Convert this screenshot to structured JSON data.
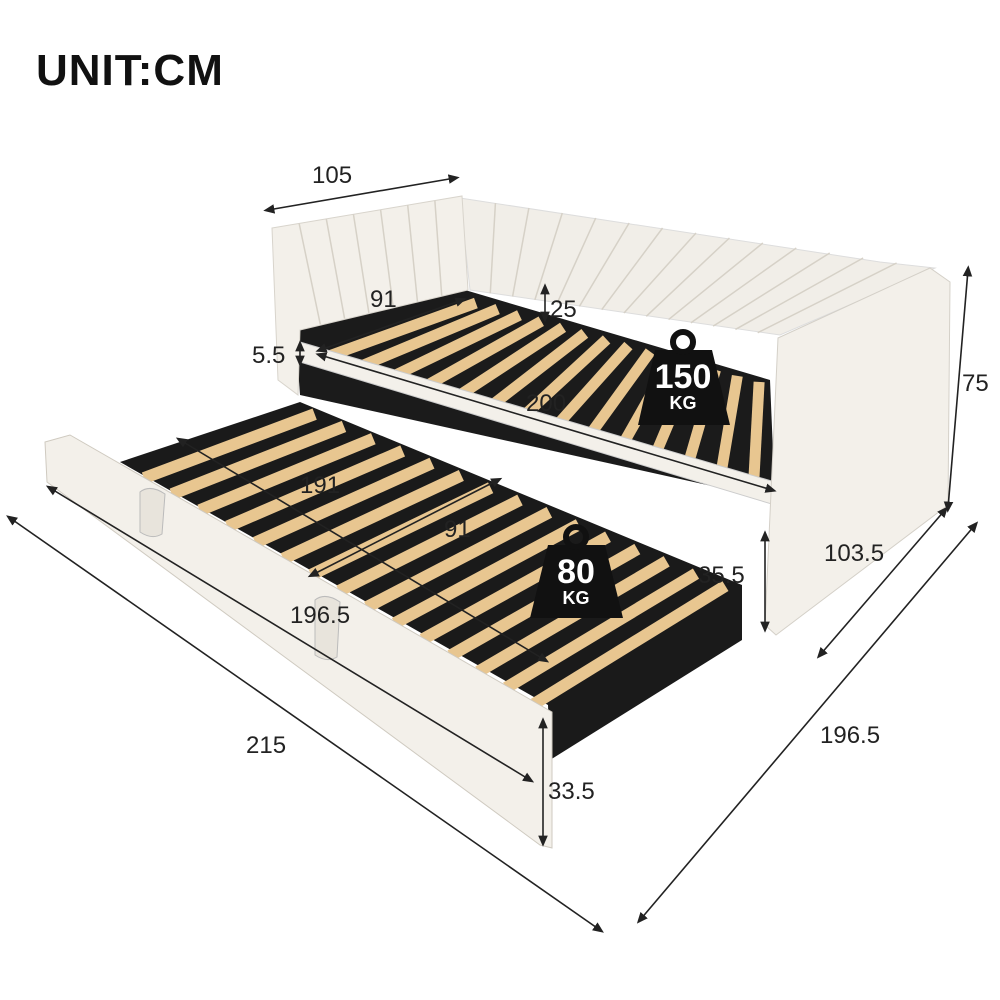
{
  "title": "UNIT:CM",
  "colors": {
    "upholstery": "#f3f0ea",
    "slat": "#e8c690",
    "frame": "#1a1a1a",
    "dimension": "#222222"
  },
  "dimensions": {
    "arm_width": "105",
    "bed_inner_width": "91",
    "back_rail_height": "25",
    "rail_height": "5.5",
    "bed_inner_length": "200",
    "overall_height": "75",
    "trundle_inner_length": "191",
    "trundle_inner_width": "91",
    "trundle_height_gap": "35.5",
    "overall_depth": "103.5",
    "overall_side_length": "196.5",
    "trundle_panel_length": "196.5",
    "overall_length": "215",
    "trundle_height": "33.5"
  },
  "weights": {
    "main": {
      "value": "150",
      "unit": "KG"
    },
    "trundle": {
      "value": "80",
      "unit": "KG"
    }
  }
}
